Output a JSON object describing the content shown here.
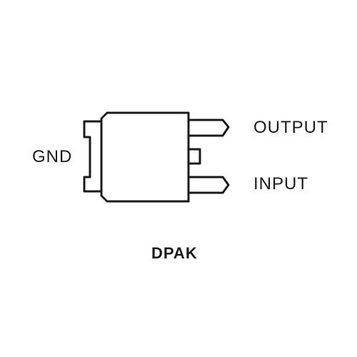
{
  "package": {
    "name": "DPAK",
    "pins": {
      "output": "OUTPUT",
      "input": "INPUT",
      "gnd": "GND"
    }
  },
  "colors": {
    "stroke": "#1a1a1a",
    "background": "#ffffff"
  }
}
